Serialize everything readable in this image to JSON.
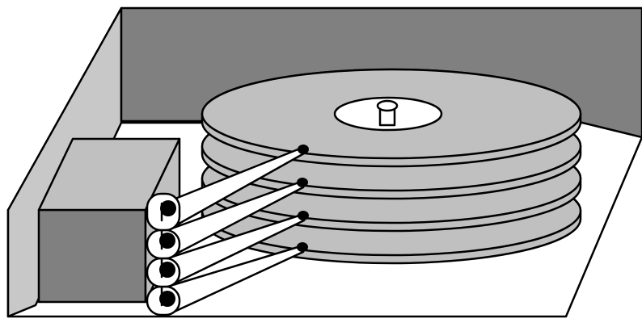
{
  "figure": {
    "subject": "hard-disk-drive-internals",
    "components": {
      "enclosure": "disk-enclosure",
      "platters": "platter-stack",
      "spindle": "spindle-hub",
      "actuator": "voice-coil-actuator",
      "arms": "read-write-head-arms",
      "heads": "read-write-heads"
    },
    "counts": {
      "platters": 4,
      "head_arms": 4
    }
  },
  "colors": {
    "outline": "#000000",
    "enclosure_wall": "#808080",
    "enclosure_floor": "#ffffff",
    "side_wall": "#c8c8c8",
    "platter": "#c0c0c0",
    "actuator_front": "#808080",
    "actuator_top": "#c0c0c0",
    "arm": "#ffffff",
    "head": "#000000",
    "background": "#ffffff"
  }
}
